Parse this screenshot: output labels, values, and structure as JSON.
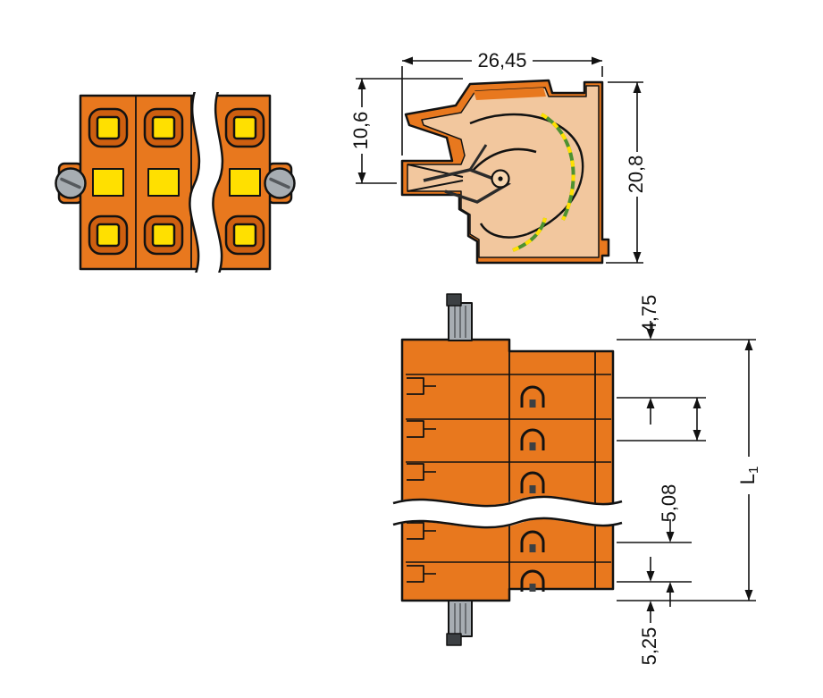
{
  "drawing": {
    "dims": {
      "width": "26,45",
      "entry_height": "10,6",
      "total_height": "20,8",
      "top_offset": "4,75",
      "pitch": "5,08",
      "bottom_offset": "5,25",
      "length_symbol": "L",
      "length_subscript": "1"
    },
    "colors": {
      "housing_orange": "#E8781E",
      "housing_orange_dark": "#CE5F10",
      "detail_yellow": "#FFE000",
      "screw_gray": "#A7ADB2",
      "section_tan": "#F2C79E",
      "ground_green": "#4E9130",
      "line_black": "#121212",
      "background": "#FFFFFF"
    }
  }
}
